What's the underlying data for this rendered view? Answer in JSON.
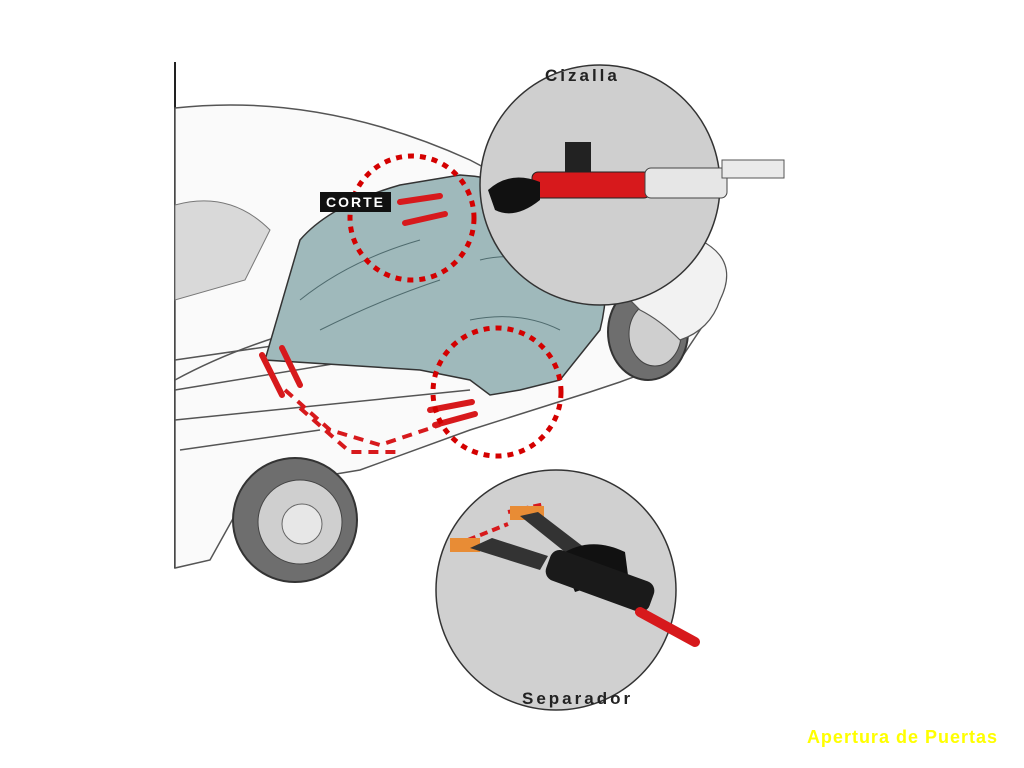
{
  "labels": {
    "top_tool": "Cizalla",
    "bottom_tool": "Separador",
    "cut_tag": "CORTE",
    "footer": "Apertura de Puertas"
  },
  "colors": {
    "cut_red": "#d7191c",
    "dashed_circle": "#d40000",
    "glass_teal": "#9fb9bb",
    "footer_yellow": "#ffff00"
  }
}
